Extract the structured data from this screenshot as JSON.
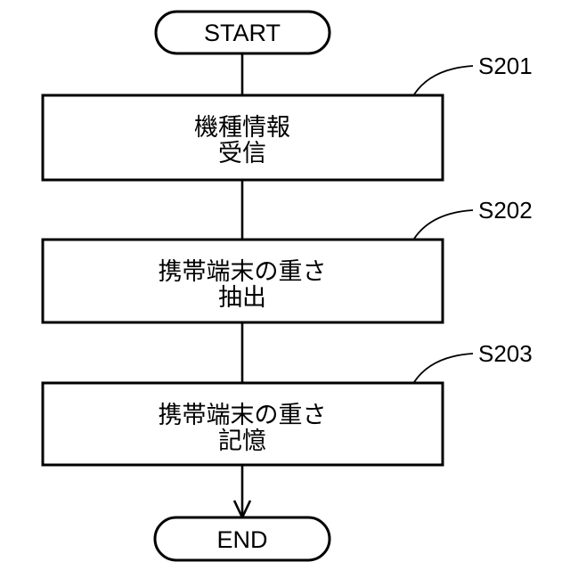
{
  "diagram": {
    "type": "flowchart",
    "background_color": "#ffffff",
    "line_color": "#000000",
    "terminals": {
      "start_label": "START",
      "end_label": "END"
    },
    "steps": [
      {
        "step_id": "S201",
        "label_line1": "機種情報",
        "label_line2": "受信"
      },
      {
        "step_id": "S202",
        "label_line1": "携帯端末の重さ",
        "label_line2": "抽出"
      },
      {
        "step_id": "S203",
        "label_line1": "携帯端末の重さ",
        "label_line2": "記憶"
      }
    ]
  }
}
